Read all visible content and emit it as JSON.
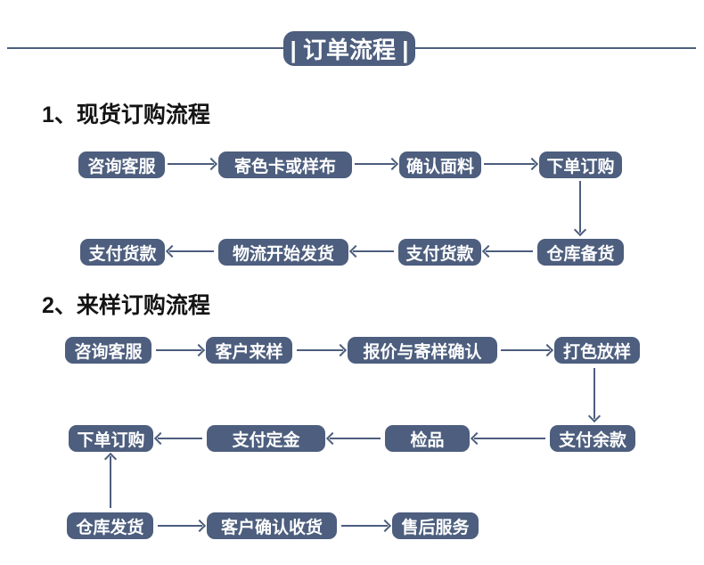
{
  "colors": {
    "accent": "#4d5e7e",
    "node_text": "#ffffff",
    "heading_text": "#141414",
    "background": "#ffffff"
  },
  "header": {
    "badge": "| 订单流程 |"
  },
  "flow1": {
    "heading": "1、现货订购流程",
    "row1": [
      "咨询客服",
      "寄色卡或样布",
      "确认面料",
      "下单订购"
    ],
    "row2": [
      "支付货款",
      "物流开始发货",
      "支付货款",
      "仓库备货"
    ]
  },
  "flow2": {
    "heading": "2、来样订购流程",
    "row1": [
      "咨询客服",
      "客户来样",
      "报价与寄样确认",
      "打色放样"
    ],
    "row2": [
      "下单订购",
      "支付定金",
      "检品",
      "支付余款"
    ],
    "row3": [
      "仓库发货",
      "客户确认收货",
      "售后服务"
    ]
  }
}
